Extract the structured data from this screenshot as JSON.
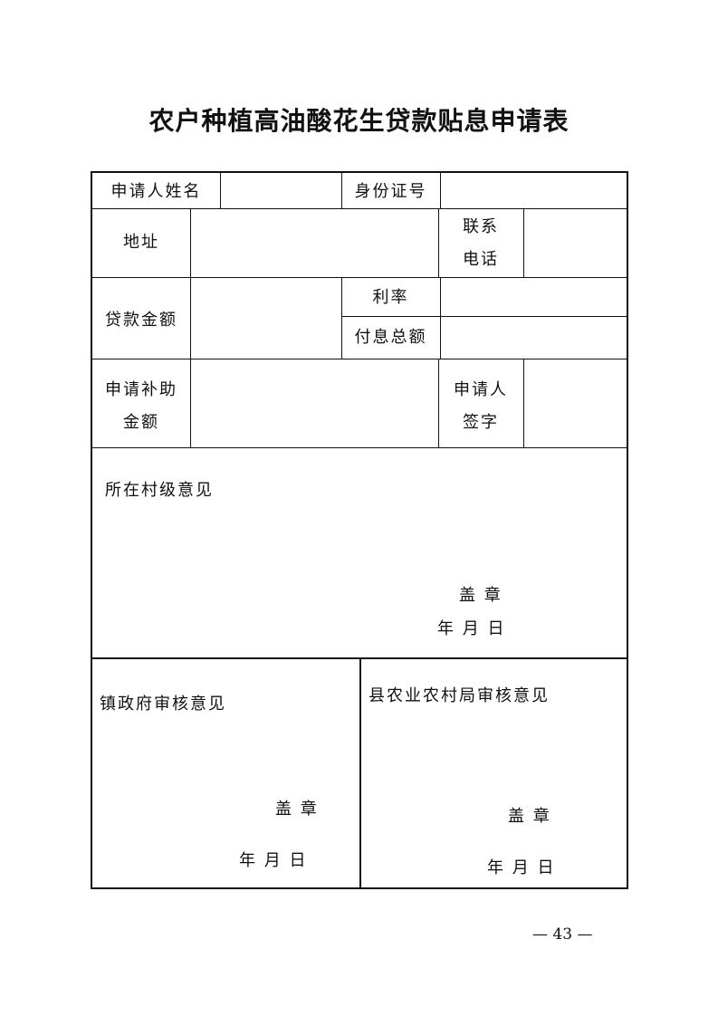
{
  "title": "农户种植高油酸花生贷款贴息申请表",
  "form": {
    "applicant_name_label": "申请人姓名",
    "id_number_label": "身份证号",
    "address_label": "地址",
    "phone_label_line1": "联系",
    "phone_label_line2": "电话",
    "loan_amount_label": "贷款金额",
    "interest_rate_label": "利率",
    "total_interest_label": "付息总额",
    "subsidy_label_line1": "申请补助",
    "subsidy_label_line2": "金额",
    "signature_label_line1": "申请人",
    "signature_label_line2": "签字"
  },
  "village_opinion": {
    "label": "所在村级意见",
    "seal": "盖   章",
    "date": "年     月     日"
  },
  "town_opinion": {
    "label": "镇政府审核意见",
    "seal": "盖 章",
    "date": "年     月     日"
  },
  "county_opinion": {
    "label": "县农业农村局审核意见",
    "seal": "盖 章",
    "date": "年     月     日"
  },
  "page_number": "— 43 —"
}
